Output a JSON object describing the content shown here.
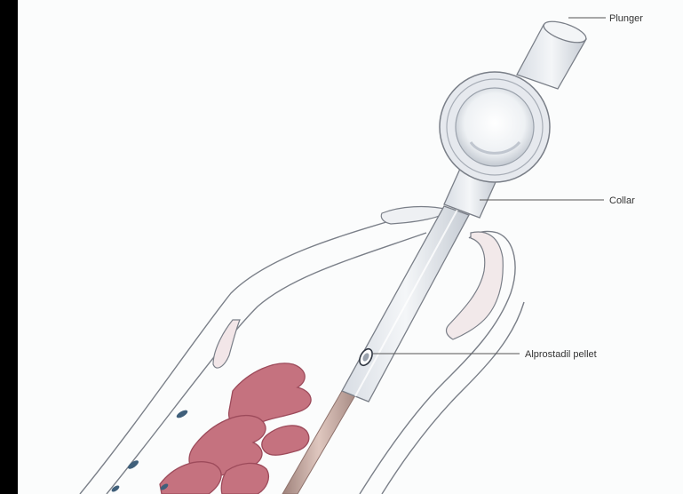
{
  "diagram": {
    "labels": {
      "plunger": "Plunger",
      "collar": "Collar",
      "pellet": "Alprostadil pellet"
    },
    "colors": {
      "background": "#000000",
      "paper": "#fbfcfc",
      "applicator": "#e9ecf0",
      "applicator_shadow": "#c9ced6",
      "tissue_pink": "#c5727f",
      "tissue_dark": "#9d4b5b",
      "tube_tan": "#c9aea6",
      "outline": "#7a7f88"
    }
  }
}
